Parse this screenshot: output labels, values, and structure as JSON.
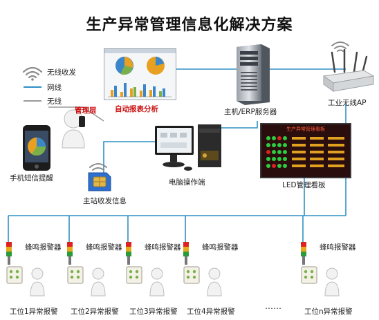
{
  "title": "生产异常管理信息化解决方案",
  "legend": {
    "wireless_rxtx": "无线收发",
    "wired": "网线",
    "wireless": "无线"
  },
  "nodes": {
    "management": "管理层",
    "auto_report": "自动报表分析",
    "server": "主机/ERP服务器",
    "wireless_ap": "工业无线AP",
    "sms": "手机短信提醒",
    "pc_terminal": "电脑操作端",
    "led_board": "LED管理看板",
    "master_station": "主站收发信息"
  },
  "led": {
    "header": "生产异常管理看板"
  },
  "stations": {
    "alarm_label": "蜂鸣报警器",
    "items": [
      "工位1异常报警",
      "工位2异常报警",
      "工位3异常报警",
      "工位4异常报警",
      "工位n异常报警"
    ],
    "ellipsis": "……"
  },
  "colors": {
    "wired_line": "#2e8fc4",
    "wireless_line": "#9a9a9a",
    "accent_red": "#cc1111"
  }
}
